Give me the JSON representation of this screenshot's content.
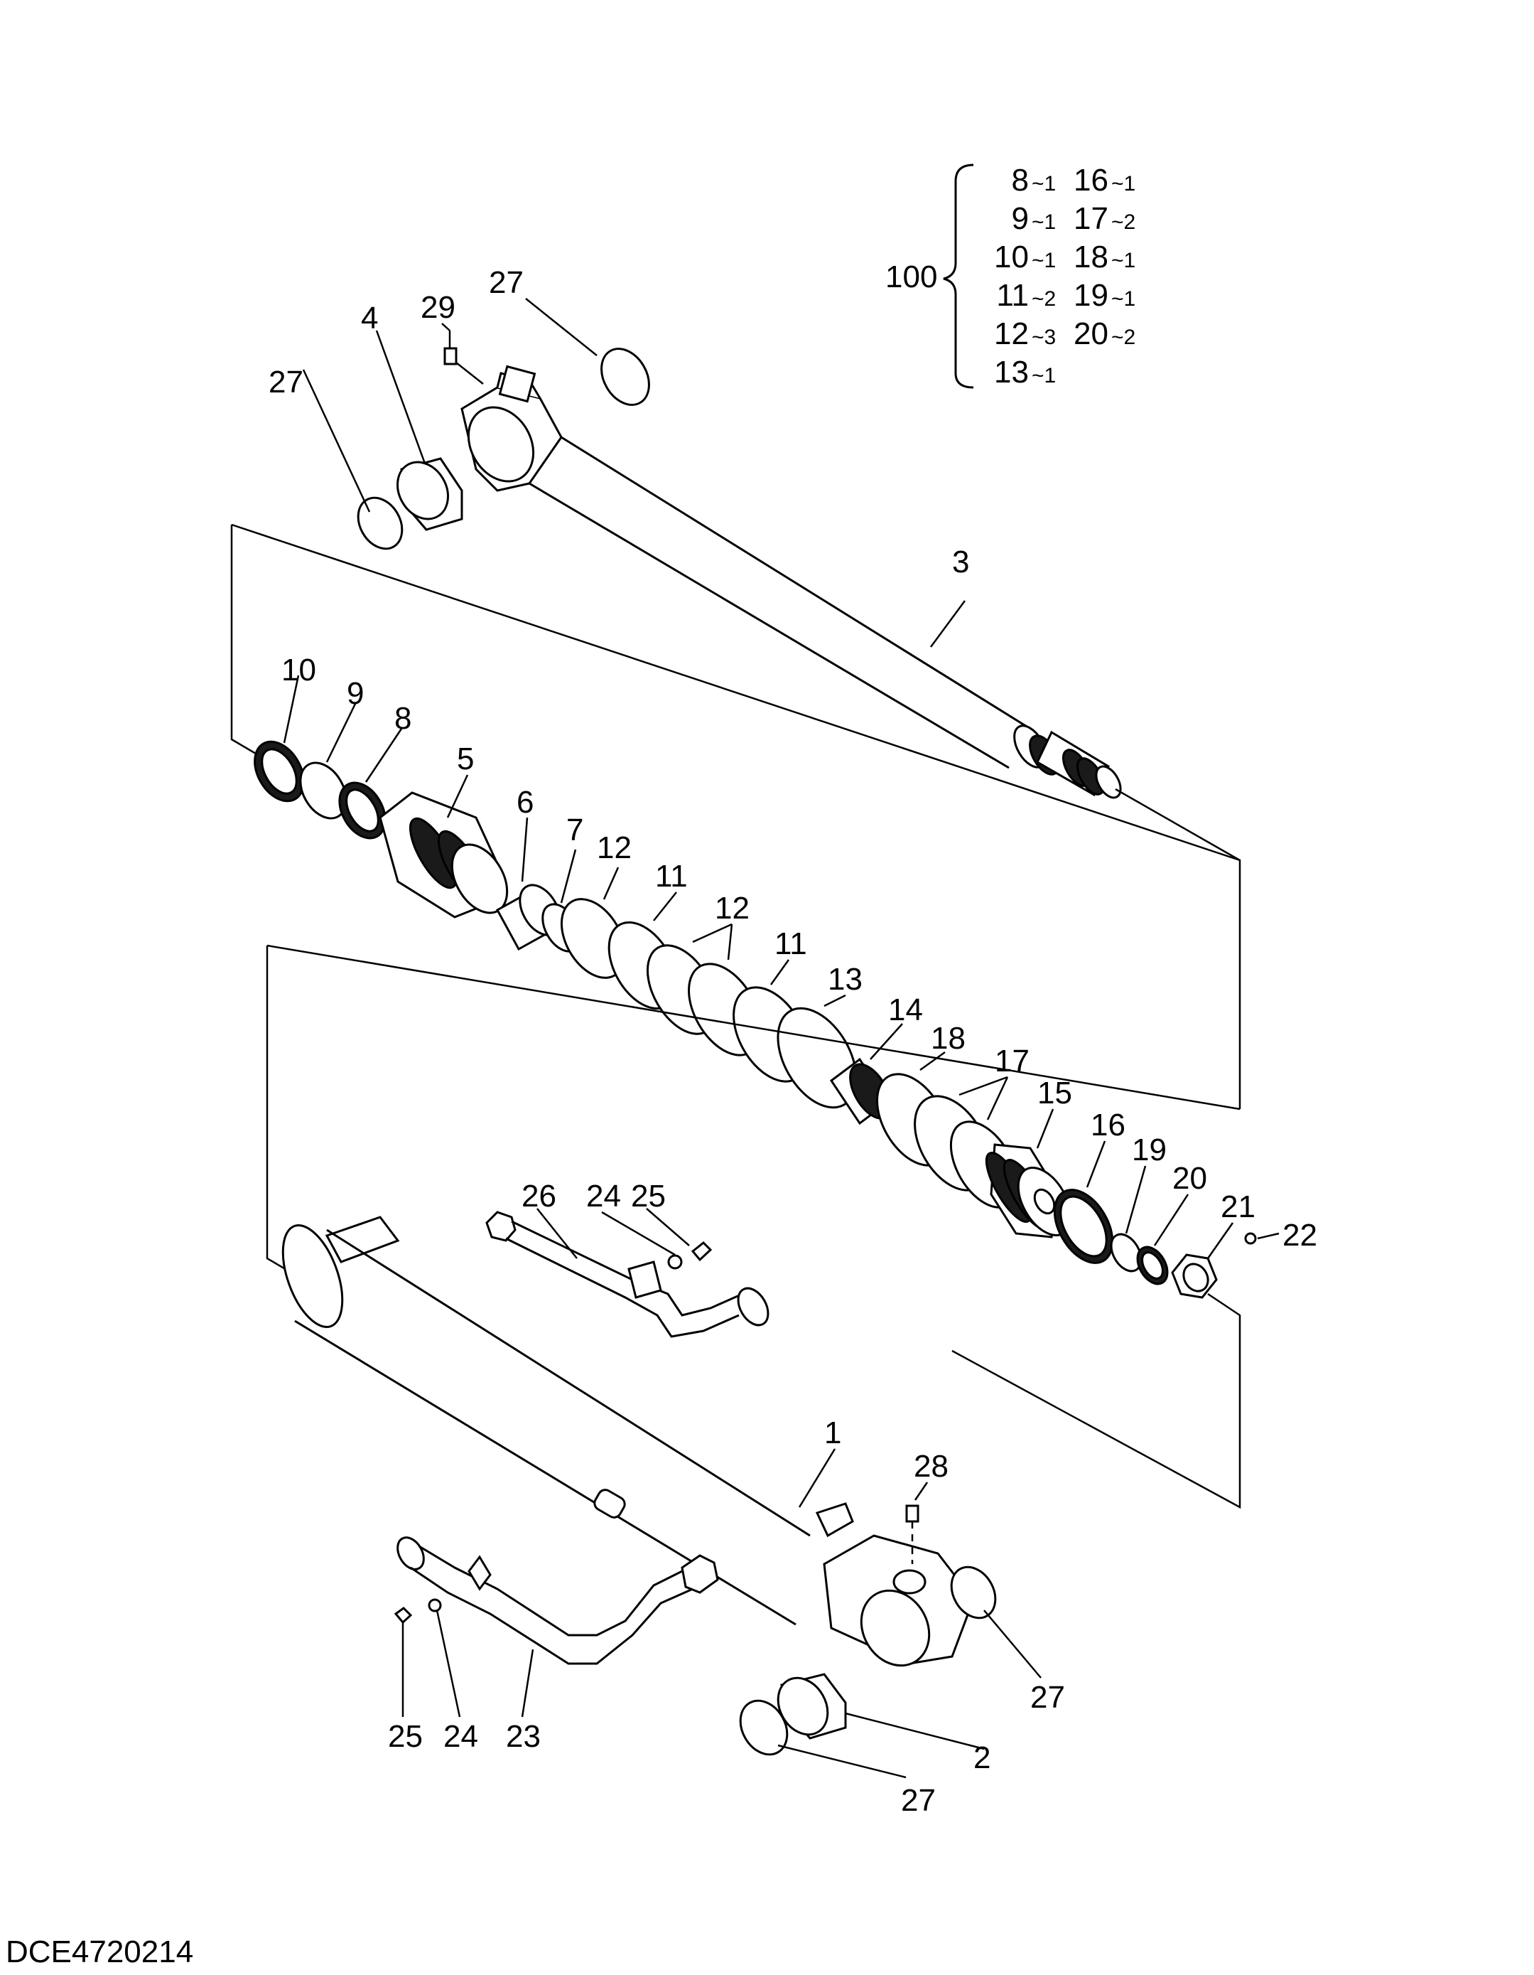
{
  "drawing_code": "DCE4720214",
  "kit": {
    "number": "100",
    "entries": [
      {
        "part": "8",
        "qty": "~1"
      },
      {
        "part": "9",
        "qty": "~1"
      },
      {
        "part": "10",
        "qty": "~1"
      },
      {
        "part": "11",
        "qty": "~2"
      },
      {
        "part": "12",
        "qty": "~3"
      },
      {
        "part": "13",
        "qty": "~1"
      },
      {
        "part": "16",
        "qty": "~1"
      },
      {
        "part": "17",
        "qty": "~2"
      },
      {
        "part": "18",
        "qty": "~1"
      },
      {
        "part": "19",
        "qty": "~1"
      },
      {
        "part": "20",
        "qty": "~2"
      }
    ]
  },
  "callouts": [
    {
      "id": "c1",
      "text": "1"
    },
    {
      "id": "c2",
      "text": "2"
    },
    {
      "id": "c3",
      "text": "3"
    },
    {
      "id": "c4",
      "text": "4"
    },
    {
      "id": "c5",
      "text": "5"
    },
    {
      "id": "c6",
      "text": "6"
    },
    {
      "id": "c7",
      "text": "7"
    },
    {
      "id": "c8",
      "text": "8"
    },
    {
      "id": "c9",
      "text": "9"
    },
    {
      "id": "c10",
      "text": "10"
    },
    {
      "id": "c11a",
      "text": "11"
    },
    {
      "id": "c11b",
      "text": "11"
    },
    {
      "id": "c12a",
      "text": "12"
    },
    {
      "id": "c12b",
      "text": "12"
    },
    {
      "id": "c13",
      "text": "13"
    },
    {
      "id": "c14",
      "text": "14"
    },
    {
      "id": "c15",
      "text": "15"
    },
    {
      "id": "c16",
      "text": "16"
    },
    {
      "id": "c17",
      "text": "17"
    },
    {
      "id": "c18",
      "text": "18"
    },
    {
      "id": "c19",
      "text": "19"
    },
    {
      "id": "c20",
      "text": "20"
    },
    {
      "id": "c21",
      "text": "21"
    },
    {
      "id": "c22",
      "text": "22"
    },
    {
      "id": "c23",
      "text": "23"
    },
    {
      "id": "c24a",
      "text": "24"
    },
    {
      "id": "c24b",
      "text": "24"
    },
    {
      "id": "c25a",
      "text": "25"
    },
    {
      "id": "c25b",
      "text": "25"
    },
    {
      "id": "c26",
      "text": "26"
    },
    {
      "id": "c27a",
      "text": "27"
    },
    {
      "id": "c27b",
      "text": "27"
    },
    {
      "id": "c27c",
      "text": "27"
    },
    {
      "id": "c27d",
      "text": "27"
    },
    {
      "id": "c28",
      "text": "28"
    },
    {
      "id": "c29",
      "text": "29"
    }
  ]
}
